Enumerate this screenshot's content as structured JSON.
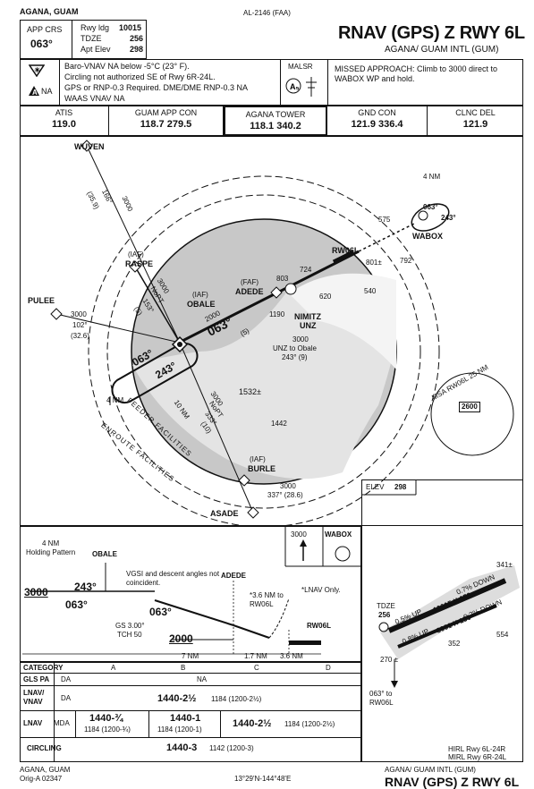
{
  "top": {
    "location": "AGANA, GUAM",
    "doc_id": "AL-2146 (FAA)"
  },
  "title": {
    "procedure": "RNAV (GPS) Z RWY 6L",
    "airport": "AGANA/ GUAM INTL (GUM)"
  },
  "briefing": {
    "app_crs_label": "APP CRS",
    "app_crs": "063°",
    "rwy_ldg_label": "Rwy ldg",
    "rwy_ldg": "10015",
    "tdze_label": "TDZE",
    "tdze": "256",
    "apt_elev_label": "Apt Elev",
    "apt_elev": "298",
    "notes": [
      "Baro-VNAV NA below -5°C (23° F).",
      "Circling not authorized SE of Rwy 6R-24L.",
      "GPS or RNP-0.3 Required. DME/DME RNP-0.3 NA",
      "WAAS VNAV NA"
    ],
    "na_label": "NA",
    "malsr_label": "MALSR",
    "missed_approach": "MISSED APPROACH: Climb to 3000 direct to WABOX WP and hold."
  },
  "comms": [
    {
      "name": "ATIS",
      "freq": "119.0"
    },
    {
      "name": "GUAM APP CON",
      "freq": "118.7 279.5"
    },
    {
      "name": "AGANA TOWER",
      "freq": "118.1 340.2"
    },
    {
      "name": "GND CON",
      "freq": "121.9 336.4"
    },
    {
      "name": "CLNC DEL",
      "freq": "121.9"
    }
  ],
  "plan": {
    "fixes": {
      "wuven": "WUVEN",
      "raspe": "RASPE",
      "raspe_iaf": "(IAF)",
      "obale": "OBALE",
      "obale_iaf": "(IAF)",
      "pulee": "PULEE",
      "adede": "ADEDE",
      "adede_faf": "(FAF)",
      "rw06l": "RW06L",
      "wabox": "WABOX",
      "burle": "BURLE",
      "burle_iaf": "(IAF)",
      "asade": "ASADE",
      "nimitz": "NIMITZ",
      "unz": "UNZ"
    },
    "labels": {
      "wuven_alt": "3000",
      "wuven_crs": "166°",
      "wuven_dist": "(35.9)",
      "raspe_alt": "3000",
      "raspe_nopt": "NoPT",
      "raspe_crs": "153°",
      "raspe_dist": "(5)",
      "pulee_alt": "3000",
      "pulee_crs": "102°",
      "pulee_dist": "(32.6)",
      "obale_alt": "2000",
      "obale_crs": "063°",
      "obale_dist": "(5)",
      "hold_in": "063°",
      "hold_out": "243°",
      "hold_len": "4 NM",
      "burle_alt": "3000",
      "burle_nopt": "NoPT",
      "burle_crs": "333°",
      "burle_dist": "(10)",
      "ten_nm": "10 NM",
      "asade_alt": "3000",
      "asade_crs": "337° (28.6)",
      "unz_alt": "3000",
      "unz_to": "UNZ to Obale",
      "unz_crs": "243° (9)",
      "feeder": "FEEDER FACILITIES",
      "enroute": "ENROUTE FACILITIES",
      "wabox_hold_len": "4 NM",
      "wabox_in": "063°",
      "wabox_out": "243°",
      "msa_title": "MSA RW06L 25 NM",
      "msa_alt": "2600"
    },
    "elevations": [
      {
        "val": "575"
      },
      {
        "val": "801±"
      },
      {
        "val": "792"
      },
      {
        "val": "803"
      },
      {
        "val": "724"
      },
      {
        "val": "620"
      },
      {
        "val": "540"
      },
      {
        "val": "1190"
      },
      {
        "val": "1532±"
      },
      {
        "val": "1442"
      }
    ]
  },
  "profile": {
    "hold_title": "4 NM",
    "hold_sub": "Holding Pattern",
    "obale": "OBALE",
    "alt3000": "3000",
    "crs243": "243°",
    "crs063a": "063°",
    "crs063b": "063°",
    "vgsi": "VGSI and descent angles not coincident.",
    "adede": "ADEDE",
    "dist_note": "*3.6 NM to RW06L",
    "lnav_only": "*LNAV Only.",
    "gs": "GS 3.00°",
    "tch": "TCH 50",
    "alt2000": "2000",
    "rw06l": "RW06L",
    "seg1": "7 NM",
    "seg2": "1.7 NM",
    "seg3": "3.6 NM",
    "ma_alt": "3000",
    "ma_wp": "WABOX"
  },
  "airport": {
    "elev_label": "ELEV",
    "elev": "298",
    "tdze_label": "TDZE",
    "tdze": "256",
    "tdze2": "270 ±",
    "crs_note": "063° to RW06L",
    "obs": [
      "341±",
      "554",
      "352"
    ],
    "rwy1": "10015 X 150",
    "rwy2": "8001 X 150",
    "grad1": "0.5% UP",
    "grad2": "0.7% DOWN",
    "grad3": "0.2% DOWN",
    "grad4": "0.8% UP",
    "lights": [
      "HIRL Rwy 6L-24R",
      "MIRL Rwy 6R-24L"
    ]
  },
  "minimums": {
    "category_label": "CATEGORY",
    "cats": [
      "A",
      "B",
      "C",
      "D"
    ],
    "rows": [
      {
        "name": "GLS PA",
        "type": "DA",
        "values": [
          "NA"
        ]
      },
      {
        "name": "LNAV/ VNAV",
        "type": "DA",
        "values": [
          "1440-2½",
          "1184 (1200-2½)"
        ]
      },
      {
        "name": "LNAV",
        "type": "MDA",
        "values": [
          "1440-¾",
          "1184 (1200-¾)",
          "1440-1",
          "1184 (1200-1)",
          "1440-2½",
          "1184 (1200-2½)"
        ]
      },
      {
        "name": "CIRCLING",
        "type": "",
        "values": [
          "1440-3",
          "1142 (1200-3)"
        ]
      }
    ]
  },
  "bottom": {
    "location": "AGANA, GUAM",
    "orig": "Orig-A 02347",
    "coords": "13°29'N-144°48'E",
    "airport": "AGANA/ GUAM INTL (GUM)",
    "procedure": "RNAV (GPS) Z RWY 6L"
  }
}
